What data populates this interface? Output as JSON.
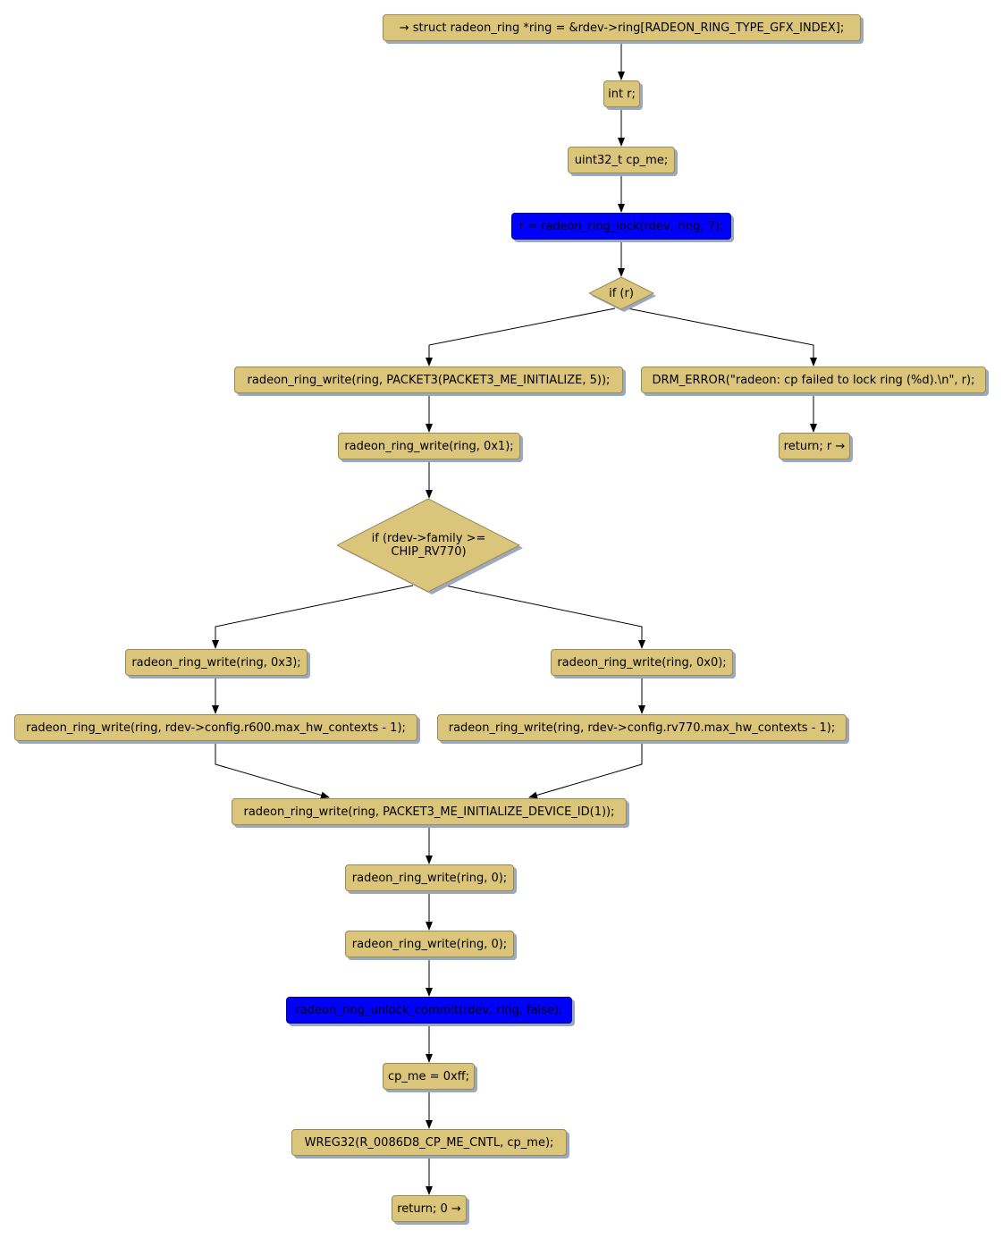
{
  "nodes": [
    "→ struct radeon_ring *ring = &rdev->ring[RADEON_RING_TYPE_GFX_INDEX];",
    "int r;",
    "uint32_t cp_me;",
    "r = radeon_ring_lock(rdev, ring, 7);",
    "if (r)",
    "radeon_ring_write(ring, PACKET3(PACKET3_ME_INITIALIZE, 5));",
    "DRM_ERROR(\"radeon: cp failed to lock ring (%d).\\n\", r);",
    "radeon_ring_write(ring, 0x1);",
    "return; r →",
    "if (rdev->family >= CHIP_RV770)",
    "radeon_ring_write(ring, 0x3);",
    "radeon_ring_write(ring, 0x0);",
    "radeon_ring_write(ring, rdev->config.r600.max_hw_contexts - 1);",
    "radeon_ring_write(ring, rdev->config.rv770.max_hw_contexts - 1);",
    "radeon_ring_write(ring, PACKET3_ME_INITIALIZE_DEVICE_ID(1));",
    "radeon_ring_write(ring, 0);",
    "radeon_ring_write(ring, 0);",
    "radeon_ring_unlock_commit(rdev, ring, false);",
    "cp_me = 0xff;",
    "WREG32(R_0086D8_CP_ME_CNTL, cp_me);",
    "return; 0 →"
  ],
  "colors": {
    "node": "#dbc57b",
    "highlight": "#0000ff"
  }
}
